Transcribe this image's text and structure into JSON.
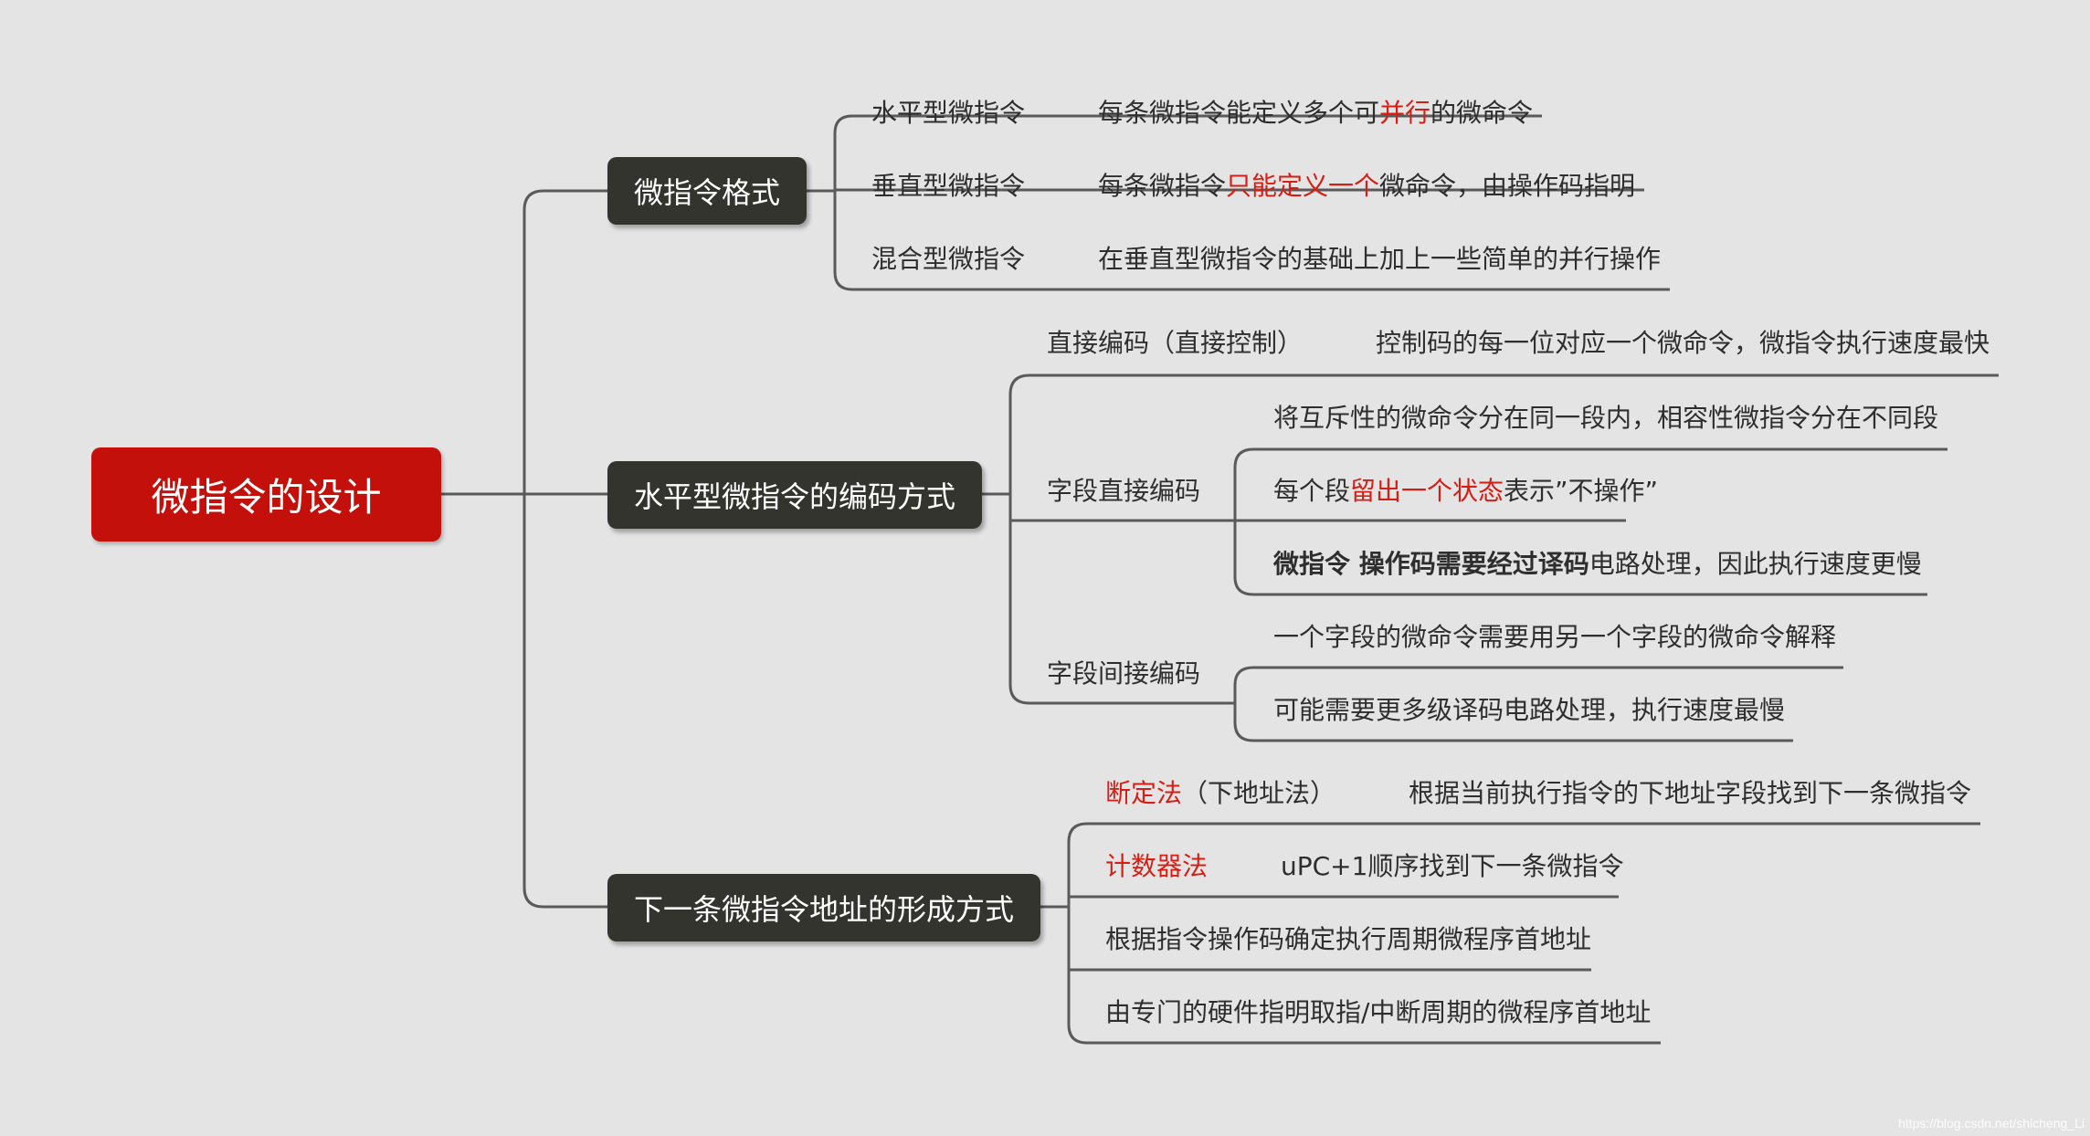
{
  "root": {
    "title": "微指令的设计"
  },
  "branches": [
    {
      "label": "微指令格式",
      "items": [
        {
          "label": "水平型微指令",
          "desc": [
            {
              "text": "每条微指令能定义多个可"
            },
            {
              "text": "并行",
              "red": true
            },
            {
              "text": "的微命令"
            }
          ]
        },
        {
          "label": "垂直型微指令",
          "desc": [
            {
              "text": "每条微指令"
            },
            {
              "text": "只能定义一个",
              "red": true
            },
            {
              "text": "微命令，由操作码指明"
            }
          ]
        },
        {
          "label": "混合型微指令",
          "desc": [
            {
              "text": "在垂直型微指令的基础上加上一些简单的并行操作"
            }
          ]
        }
      ]
    },
    {
      "label": "水平型微指令的编码方式",
      "items": [
        {
          "label": "直接编码（直接控制）",
          "desc": [
            {
              "text": "控制码的每一位对应一个微命令，微指令执行速度最快"
            }
          ]
        },
        {
          "label": "字段直接编码",
          "children": [
            [
              {
                "text": "将互斥性的微命令分在同一段内，相容性微指令分在不同段"
              }
            ],
            [
              {
                "text": "每个段"
              },
              {
                "text": "留出一个状态",
                "red": true
              },
              {
                "text": "表示”不操作”"
              }
            ],
            [
              {
                "text": "微指令 操作码需要经过译码",
                "bold": true
              },
              {
                "text": "电路处理，因此执行速度更慢"
              }
            ]
          ]
        },
        {
          "label": "字段间接编码",
          "children": [
            [
              {
                "text": "一个字段的微命令需要用另一个字段的微命令解释"
              }
            ],
            [
              {
                "text": "可能需要更多级译码电路处理，执行速度最慢"
              }
            ]
          ]
        }
      ]
    },
    {
      "label": "下一条微指令地址的形成方式",
      "items": [
        {
          "label": [
            {
              "text": "断定法",
              "red": true
            },
            {
              "text": "（下地址法）"
            }
          ],
          "desc": [
            {
              "text": "根据当前执行指令的下地址字段找到下一条微指令"
            }
          ]
        },
        {
          "label": [
            {
              "text": "计数器法",
              "red": true
            }
          ],
          "desc": [
            {
              "text": "uPC+1顺序找到下一条微指令"
            }
          ]
        },
        {
          "label": [
            {
              "text": "根据指令操作码确定执行周期微程序首地址"
            }
          ]
        },
        {
          "label": [
            {
              "text": "由专门的硬件指明取指/中断周期的微程序首地址"
            }
          ]
        }
      ]
    }
  ],
  "watermark": "https://blog.csdn.net/shicheng_Li",
  "colors": {
    "background": "#e4e4e4",
    "root": "#c4100a",
    "branch": "#34342f",
    "line": "#5a5a5a",
    "highlight": "#d51f16"
  }
}
